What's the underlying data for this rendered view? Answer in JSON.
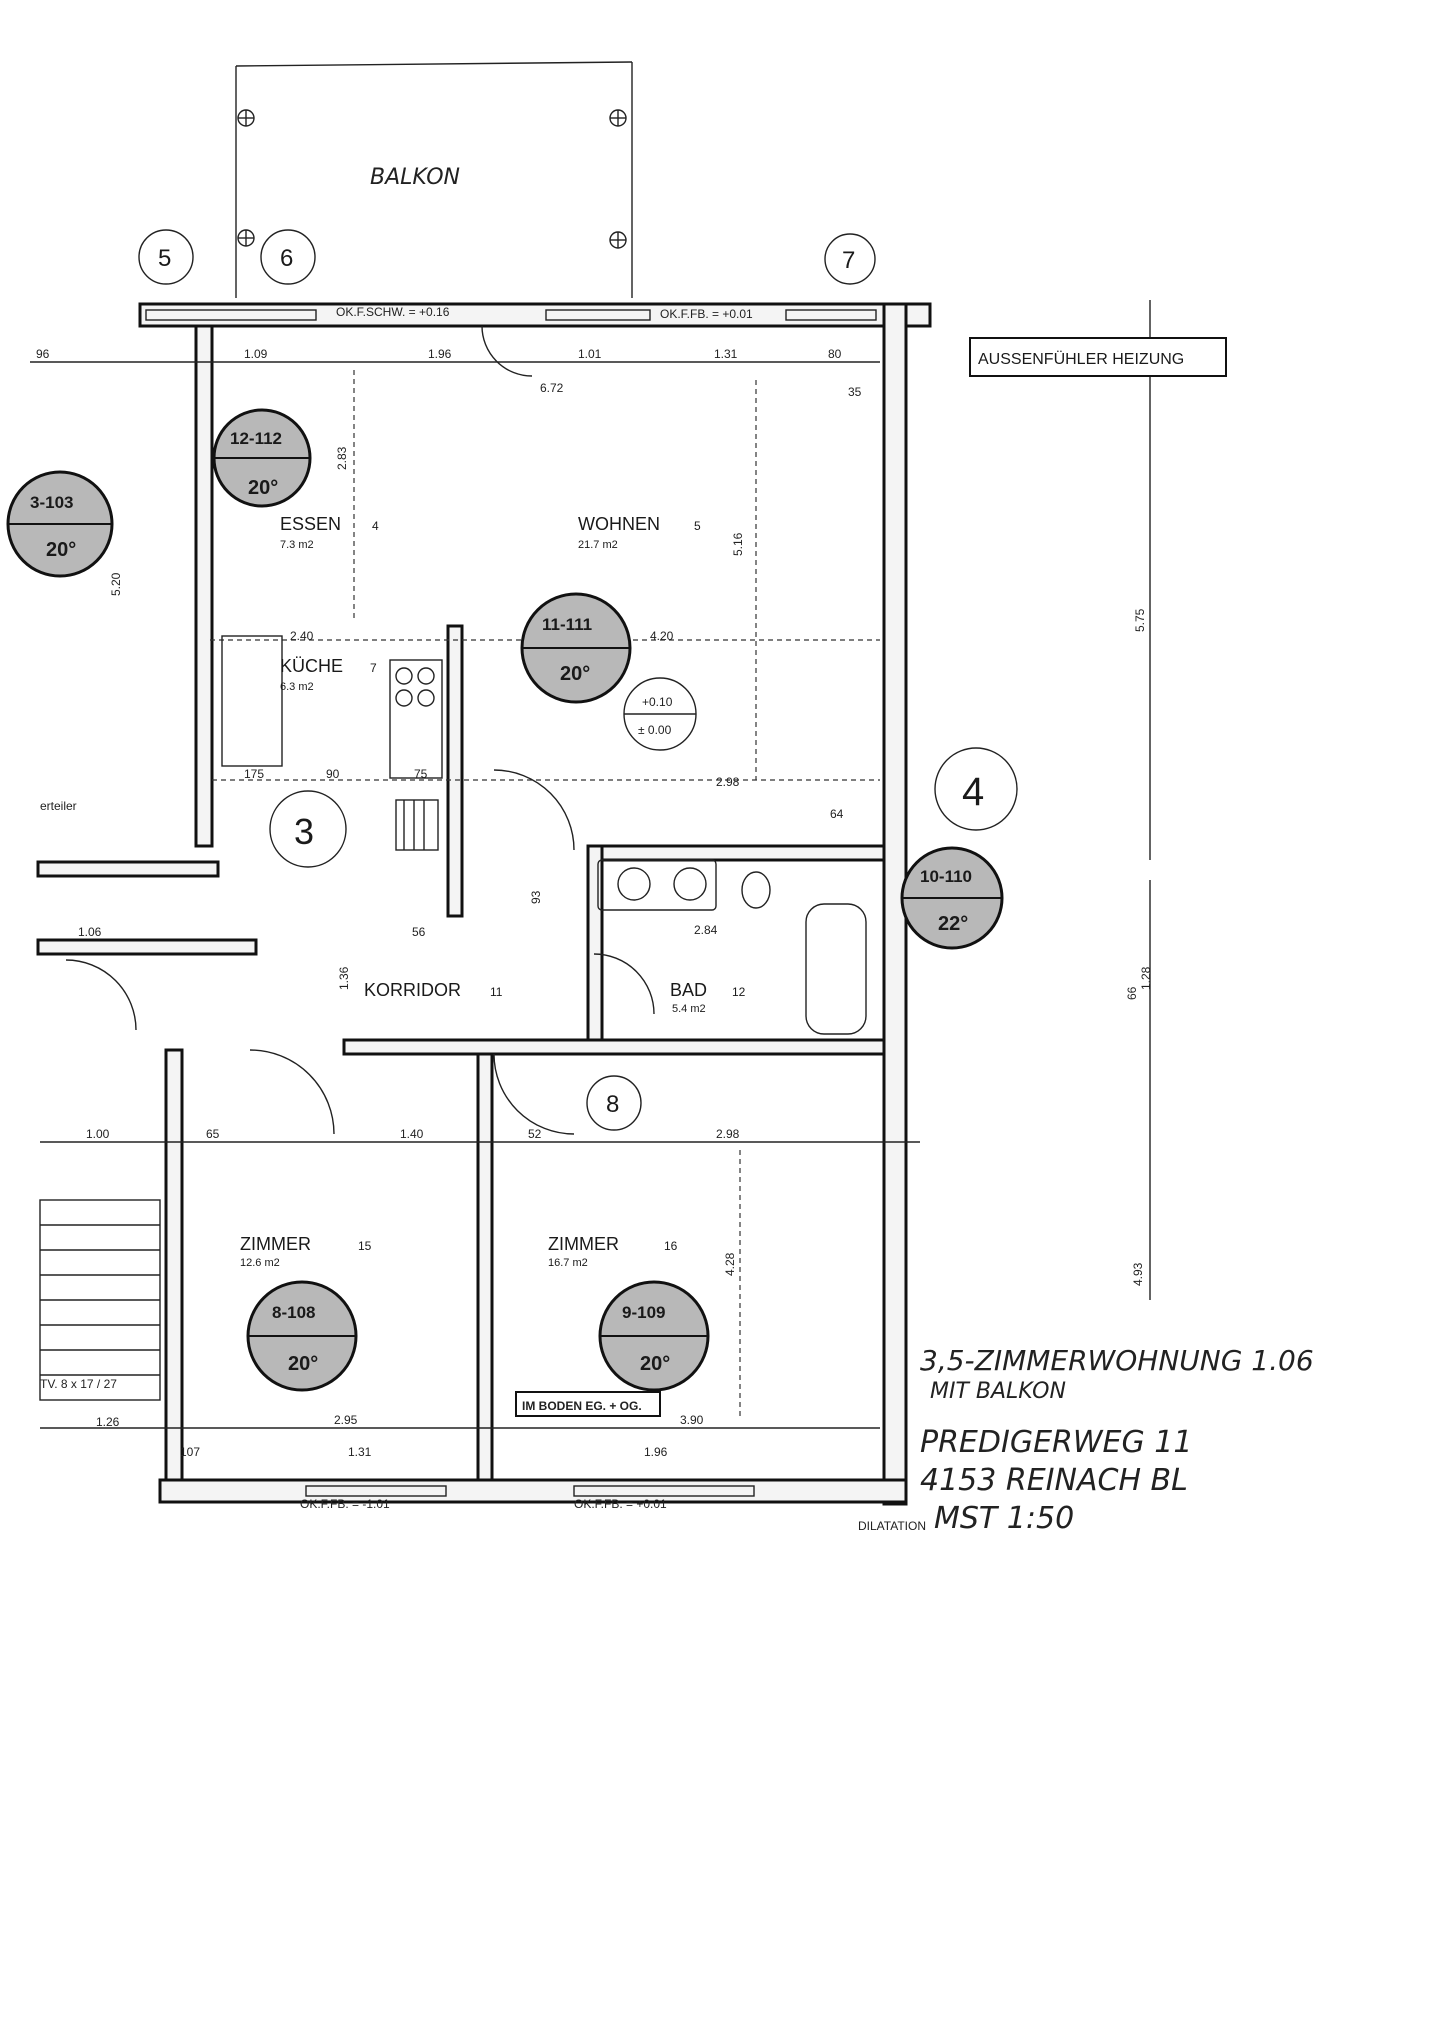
{
  "header_labels": {
    "balcony": "BALKON",
    "sensor_box": "AUSSENFÜHLER HEIZUNG"
  },
  "axes": {
    "a5": "5",
    "a6": "6",
    "a7": "7",
    "a4": "4",
    "a3": "3",
    "a8": "8"
  },
  "rooms": {
    "essen": {
      "name": "ESSEN",
      "number": "4",
      "area": "7.3 m2"
    },
    "wohnen": {
      "name": "WOHNEN",
      "number": "5",
      "area": "21.7 m2"
    },
    "kueche": {
      "name": "KÜCHE",
      "number": "7",
      "area": "6.3 m2"
    },
    "korridor": {
      "name": "KORRIDOR",
      "number": "11"
    },
    "bad": {
      "name": "BAD",
      "number": "12",
      "area": "5.4 m2"
    },
    "zimmer15": {
      "name": "ZIMMER",
      "number": "15",
      "area": "12.6 m2"
    },
    "zimmer16": {
      "name": "ZIMMER",
      "number": "16",
      "area": "16.7 m2"
    }
  },
  "radiators": {
    "r12": {
      "id": "12-112",
      "temp": "20°"
    },
    "r3": {
      "id": "3-103",
      "temp": "20°"
    },
    "r11": {
      "id": "11-111",
      "temp": "20°"
    },
    "r10": {
      "id": "10-110",
      "temp": "22°"
    },
    "r8": {
      "id": "8-108",
      "temp": "20°"
    },
    "r9": {
      "id": "9-109",
      "temp": "20°"
    }
  },
  "level": {
    "top": "+0.10",
    "bottom": "± 0.00"
  },
  "wall_labels": {
    "top_left": "OK.F.SCHW. = +0.16",
    "top_right": "OK.F.FB. = +0.01",
    "bottom_1": "OK.F.FB. = -1.01",
    "bottom_2": "OK.F.FB. = +0.01",
    "dilatation": "DILATATION",
    "floor_note": "IM BODEN EG. + OG.",
    "verteiler": "erteiler",
    "tv": "TV. 8 x 17 / 27"
  },
  "dimensions": {
    "d96": "96",
    "d109": "1.09",
    "d196": "1.96",
    "d101": "1.01",
    "d131": "1.31",
    "d80": "80",
    "d672": "6.72",
    "d35": "35",
    "d283": "2.83",
    "d516": "5.16",
    "d520": "5.20",
    "d240": "2.40",
    "d420": "4.20",
    "d575": "5.75",
    "d175": "175",
    "d90": "90",
    "d75": "75",
    "d298": "2.98",
    "d64": "64",
    "d106": "1.06",
    "d56": "56",
    "d284": "2.84",
    "d93": "93",
    "d136": "1.36",
    "d100": "1.00",
    "d65": "65",
    "d140": "1.40",
    "d52": "52",
    "d298b": "2.98",
    "d428": "4.28",
    "d493": "4.93",
    "d295": "2.95",
    "d390": "3.90",
    "d126": "1.26",
    "d107": "107",
    "d131b": "1.31",
    "d196b": "1.96",
    "d128": "1.28",
    "d66": "66"
  },
  "handwritten": {
    "line1": "3,5-ZIMMERWOHNUNG 1.06",
    "line2": "MIT BALKON",
    "line3": "PREDIGERWEG 11",
    "line4": "4153 REINACH BL",
    "line5": "MST 1:50"
  }
}
